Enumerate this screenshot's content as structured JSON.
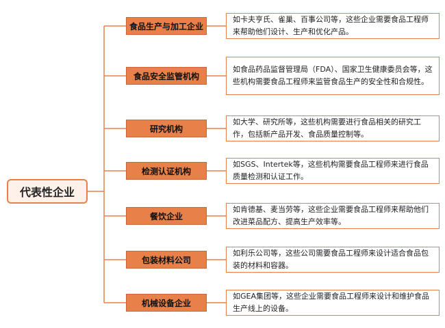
{
  "root": {
    "label": "代表性企业"
  },
  "branches": [
    {
      "category": "食品生产与加工企业",
      "description": "如卡夫亨氏、雀巢、百事公司等，这些企业需要食品工程师来帮助他们设计、生产和优化产品。"
    },
    {
      "category": "食品安全监管机构",
      "description": "如食品药品监督管理局（FDA）、国家卫生健康委员会等，这些机构需要食品工程师来监管食品生产的安全性和合规性。"
    },
    {
      "category": "研究机构",
      "description": "如大学、研究所等，这些机构需要进行食品相关的研究工作，包括新产品开发、食品质量控制等。"
    },
    {
      "category": "检测认证机构",
      "description": "如SGS、Intertek等，这些机构需要食品工程师来进行食品质量检测和认证工作。"
    },
    {
      "category": "餐饮企业",
      "description": "如肯德基、麦当劳等，这些企业需要食品工程师来帮助他们改进菜品配方、提高生产效率等。"
    },
    {
      "category": "包装材料公司",
      "description": "如利乐公司等，这些公司需要食品工程师来设计适合食品包装的材料和容器。"
    },
    {
      "category": "机械设备企业",
      "description": "如GEA集团等，这些企业需要食品工程师来设计和维护食品生产线上的设备。"
    }
  ],
  "colors": {
    "accent": "#e8804a",
    "root_fill": "#fdf1ea",
    "text": "#222222"
  }
}
